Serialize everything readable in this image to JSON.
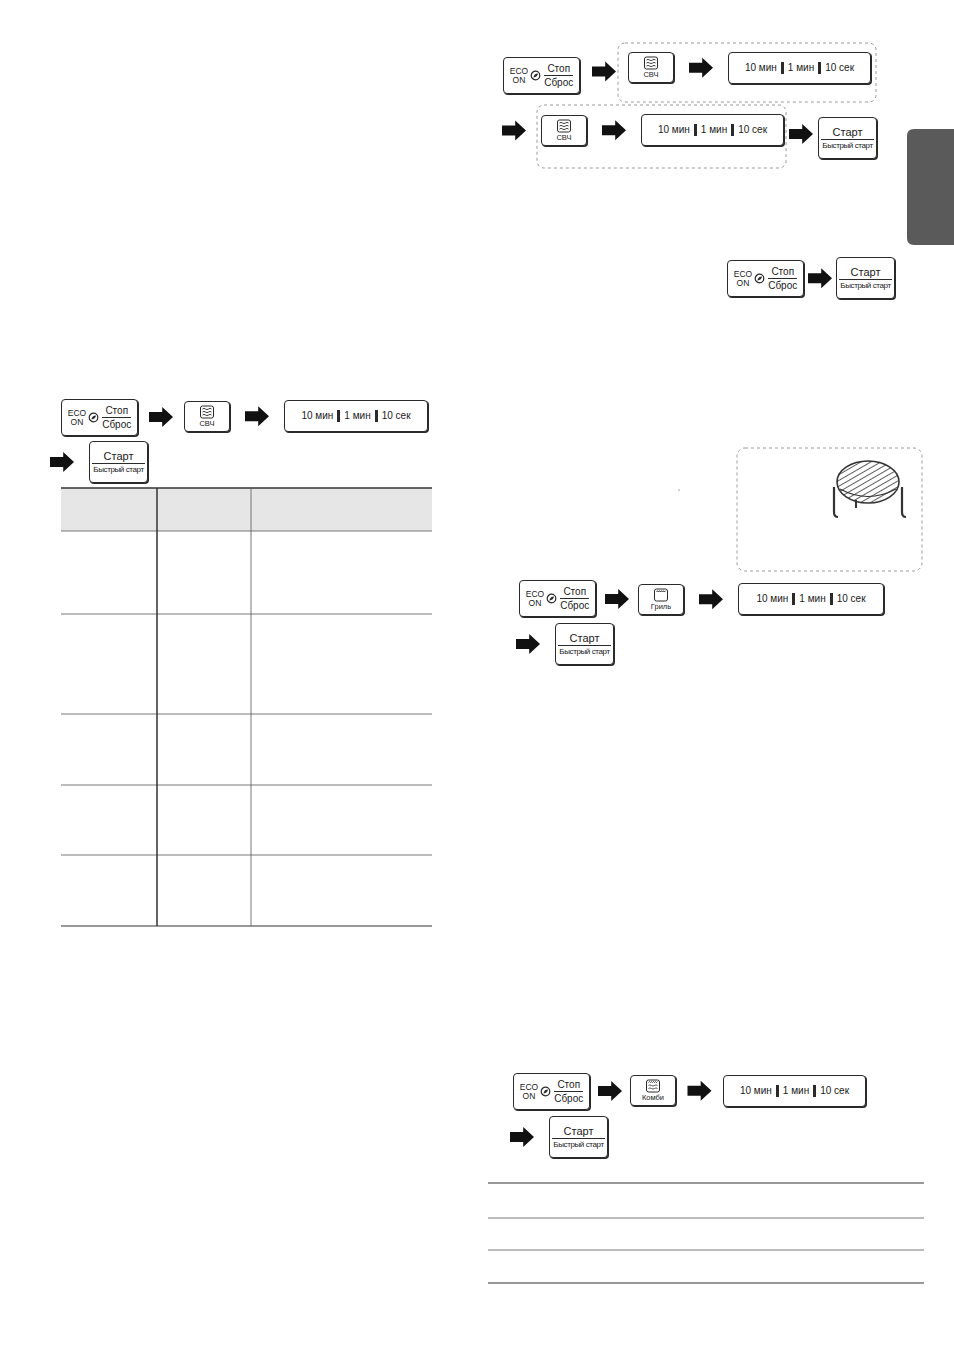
{
  "diagram": {
    "nodes": [
      {
        "text": [
          "ECO ON",
          "Стоп",
          "Сброс"
        ]
      },
      {
        "text": [
          "СВЧ"
        ]
      },
      {
        "text": [
          "10 мин",
          "1 мин",
          "10 сек"
        ]
      },
      {
        "text": [
          "Старт",
          "Быстрый старт"
        ]
      },
      {
        "text": [
          "ECO ON",
          "Стоп",
          "Сброс"
        ]
      },
      {
        "text": [
          "СВЧ"
        ]
      },
      {
        "text": [
          "10 мин",
          "1 мин",
          "10 сек"
        ]
      },
      {
        "text": [
          "СВЧ"
        ]
      },
      {
        "text": [
          "10 мин",
          "1 мин",
          "10 сек"
        ]
      },
      {
        "text": [
          "Старт",
          "Быстрый старт"
        ]
      },
      {
        "text": [
          "ECO ON",
          "Стоп",
          "Сброс"
        ]
      },
      {
        "text": [
          "Старт",
          "Быстрый старт"
        ]
      },
      {
        "text": [
          "ECO ON",
          "Стоп",
          "Сброс"
        ]
      },
      {
        "text": [
          "Гриль"
        ]
      },
      {
        "text": [
          "10 мин",
          "1 мин",
          "10 сек"
        ]
      },
      {
        "text": [
          "Старт",
          "Быстрый старт"
        ]
      },
      {
        "text": [
          "ECO ON",
          "Стоп",
          "Сброс"
        ]
      },
      {
        "text": [
          "Комби"
        ]
      },
      {
        "text": [
          "10 мин",
          "1 мин",
          "10 сек"
        ]
      },
      {
        "text": [
          "Старт",
          "Быстрый старт"
        ]
      }
    ],
    "edges": [
      {
        "from": 0,
        "to": 1,
        "arrow": "to"
      },
      {
        "from": 1,
        "to": 2,
        "arrow": "to"
      },
      {
        "from": 2,
        "to": 3,
        "arrow": "to"
      },
      {
        "from": 4,
        "to": 5,
        "arrow": "to"
      },
      {
        "from": 5,
        "to": 6,
        "arrow": "to"
      },
      {
        "from": 6,
        "to": 7,
        "arrow": "to"
      },
      {
        "from": 7,
        "to": 8,
        "arrow": "to"
      },
      {
        "from": 8,
        "to": 9,
        "arrow": "to"
      },
      {
        "from": 10,
        "to": 11,
        "arrow": "to"
      },
      {
        "from": 12,
        "to": 13,
        "arrow": "to"
      },
      {
        "from": 13,
        "to": 14,
        "arrow": "to"
      },
      {
        "from": 14,
        "to": 15,
        "arrow": "to"
      },
      {
        "from": 16,
        "to": 17,
        "arrow": "to"
      },
      {
        "from": 17,
        "to": 18,
        "arrow": "to"
      },
      {
        "from": 18,
        "to": 19,
        "arrow": "to"
      }
    ]
  }
}
